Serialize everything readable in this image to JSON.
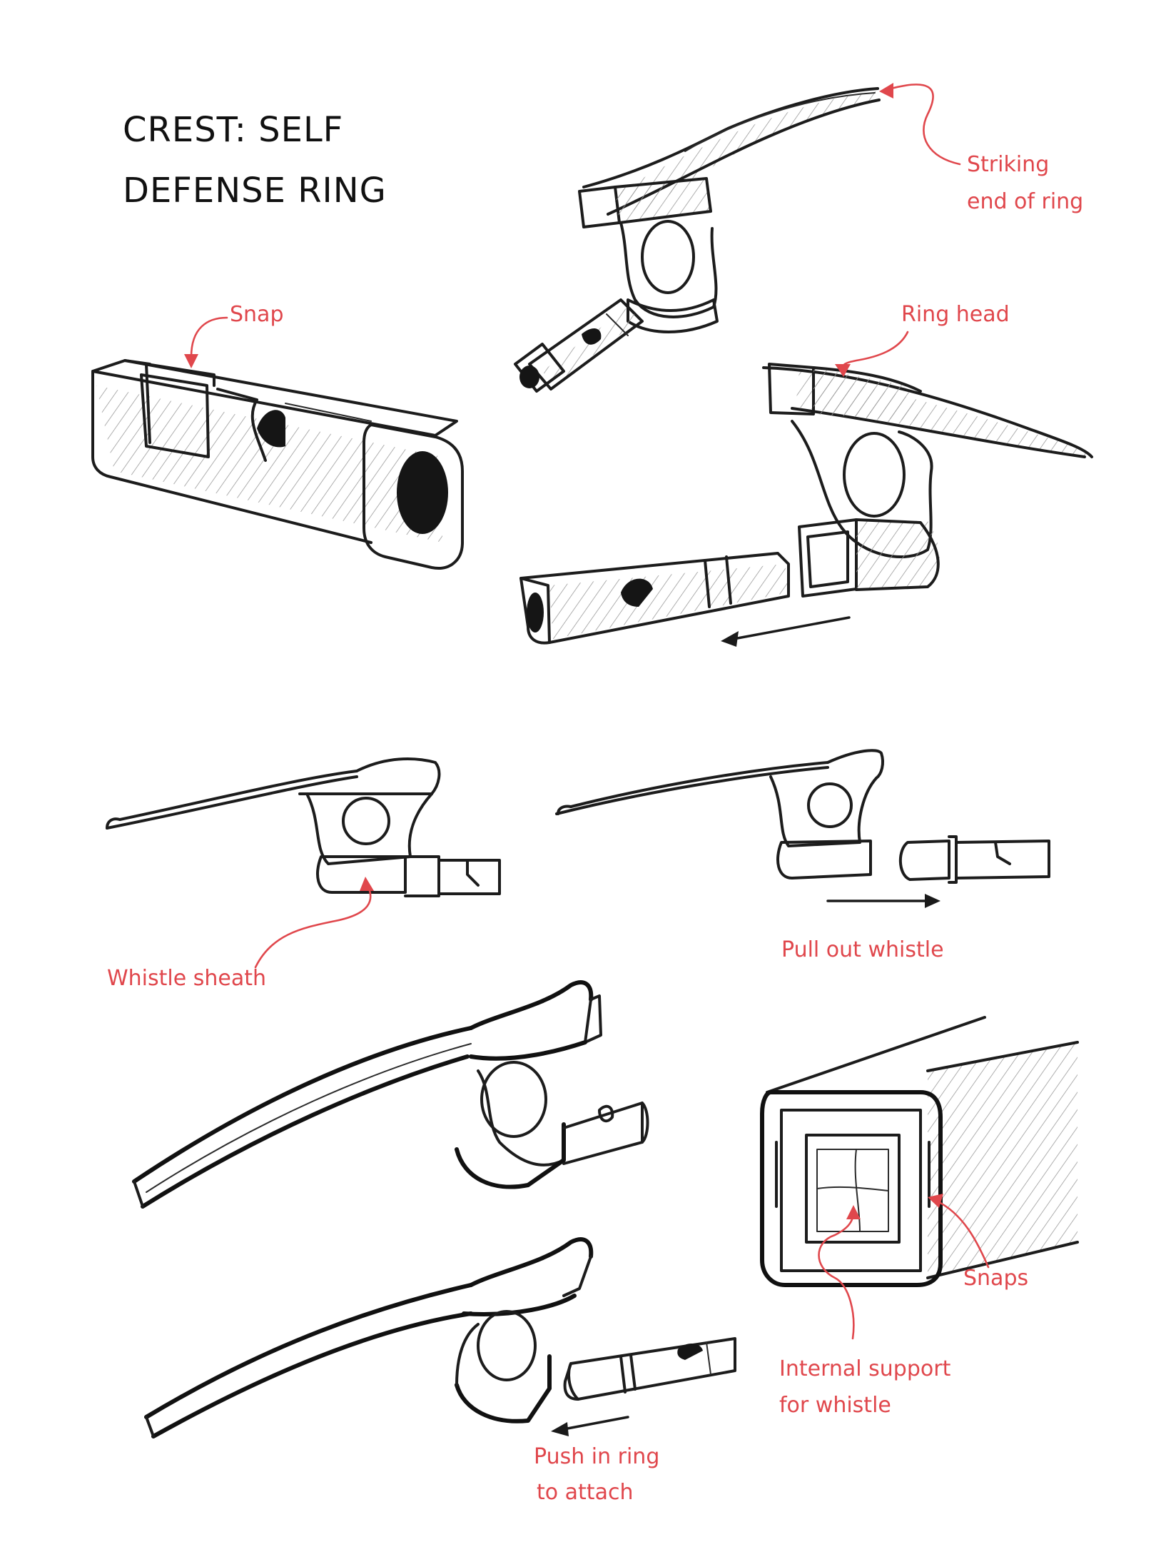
{
  "title": {
    "line1": "CREST: SELF",
    "line2": "DEFENSE RING"
  },
  "annotations": {
    "striking_end_line1": "Striking",
    "striking_end_line2": "end of ring",
    "snap": "Snap",
    "ring_head": "Ring head",
    "whistle_sheath": "Whistle sheath",
    "pull_out_whistle": "Pull out whistle",
    "snaps": "Snaps",
    "internal_support_line1": "Internal support",
    "internal_support_line2": "for whistle",
    "push_in_ring_line1": "Push in ring",
    "push_in_ring_line2": "to attach"
  },
  "colors": {
    "annotation": "#e0474c",
    "ink": "#1c1c1c",
    "paper": "#ffffff"
  }
}
